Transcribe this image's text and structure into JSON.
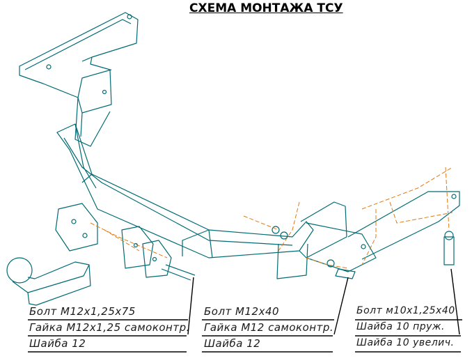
{
  "title": "СХЕМА МОНТАЖА ТСУ",
  "colors": {
    "frame": "#006b74",
    "mount": "#e07a12",
    "leader": "#000000",
    "text": "#1a1a1a"
  },
  "callouts": [
    {
      "id": "left",
      "lines": [
        "Болт М12х1,25х75",
        "Гайка М12х1,25 самоконтр.",
        "Шайба 12"
      ]
    },
    {
      "id": "middle",
      "lines": [
        "Болт М12х40",
        "Гайка М12 самоконтр.",
        "Шайба 12"
      ]
    },
    {
      "id": "right",
      "lines": [
        "Болт м10х1,25х40",
        "Шайба 10 пруж.",
        "Шайба 10 увелич."
      ]
    }
  ]
}
